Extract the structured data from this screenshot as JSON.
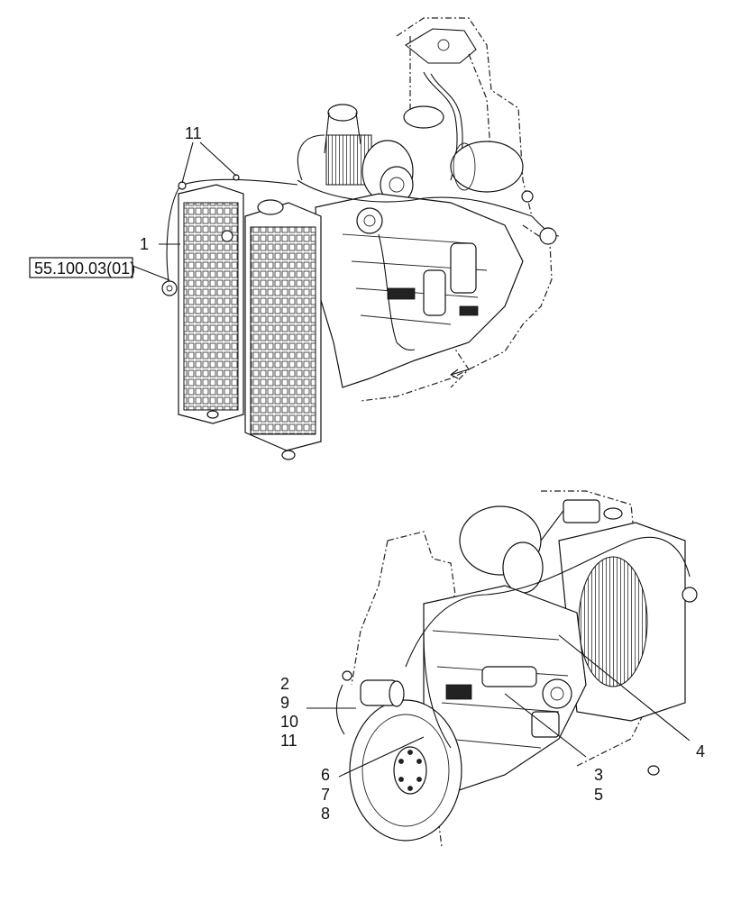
{
  "callouts": {
    "top_11": "11",
    "top_1": "1",
    "reference": "55.100.03(01)",
    "bot_2": "2",
    "bot_9": "9",
    "bot_10": "10",
    "bot_11": "11",
    "bot_6": "6",
    "bot_7": "7",
    "bot_8": "8",
    "bot_3": "3",
    "bot_5": "5",
    "bot_4": "4"
  }
}
